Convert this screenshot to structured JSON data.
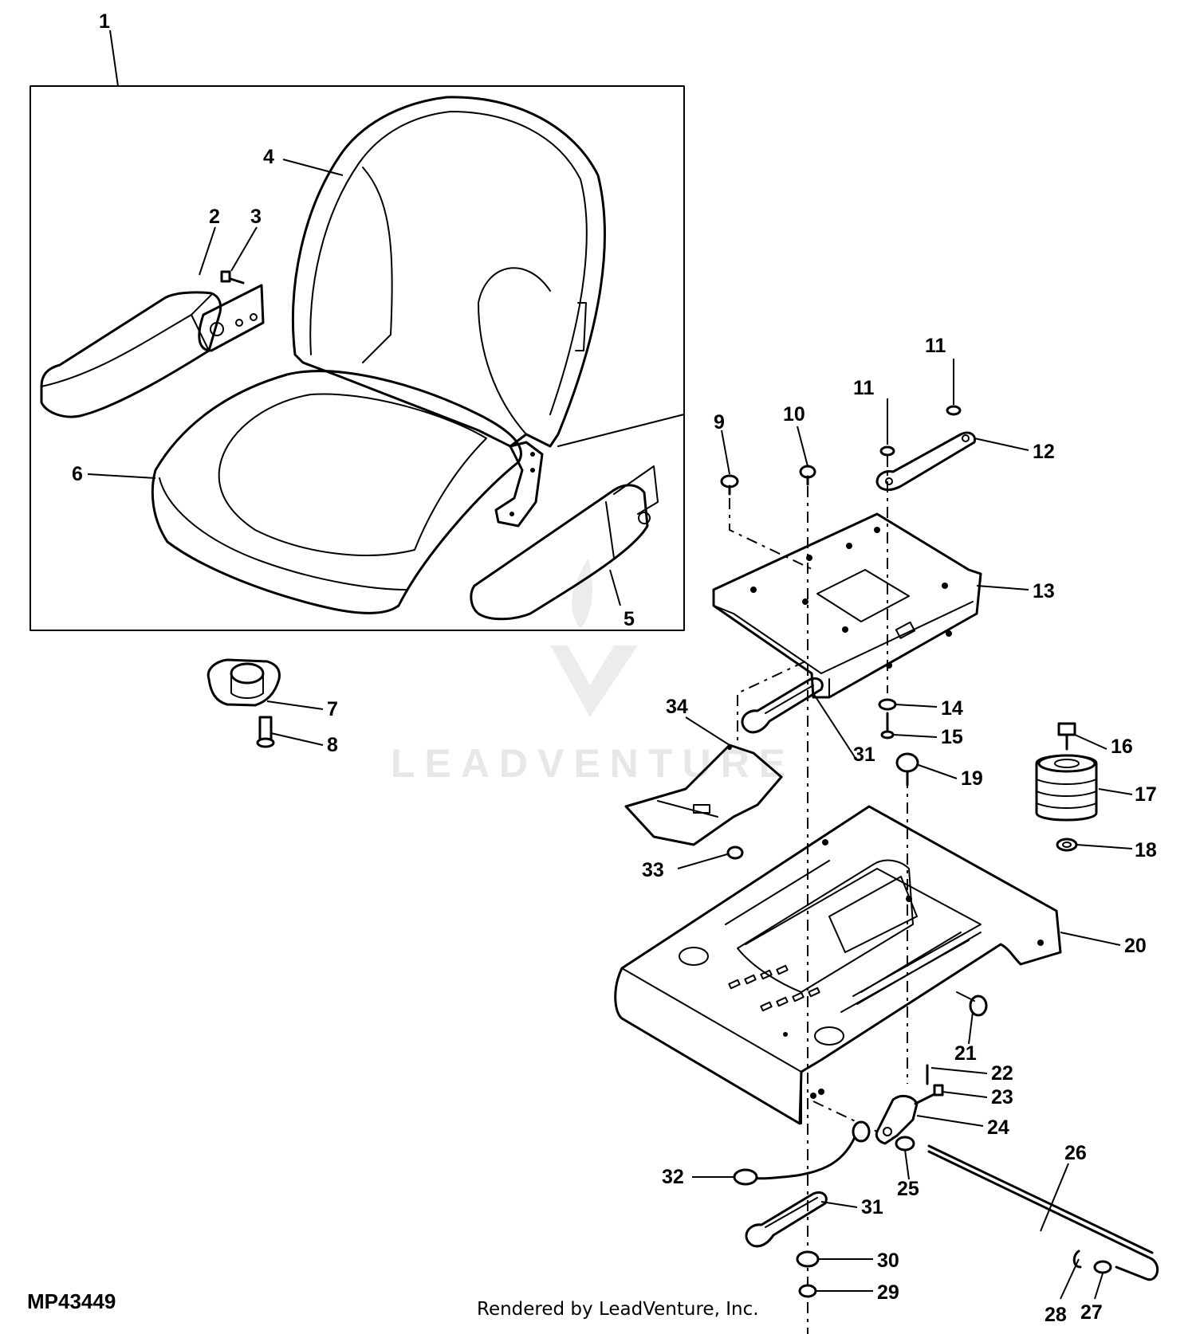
{
  "diagram_id": "MP43449",
  "footer": "Rendered by LeadVenture, Inc.",
  "watermark": {
    "text": "LEADVENTURE",
    "color": "#e7e7e7"
  },
  "callouts": [
    "1",
    "2",
    "3",
    "4",
    "5",
    "6",
    "7",
    "8",
    "9",
    "10",
    "11",
    "11",
    "12",
    "13",
    "14",
    "15",
    "16",
    "17",
    "18",
    "19",
    "20",
    "21",
    "22",
    "23",
    "24",
    "25",
    "26",
    "27",
    "28",
    "29",
    "30",
    "31",
    "31",
    "32",
    "33",
    "34"
  ]
}
